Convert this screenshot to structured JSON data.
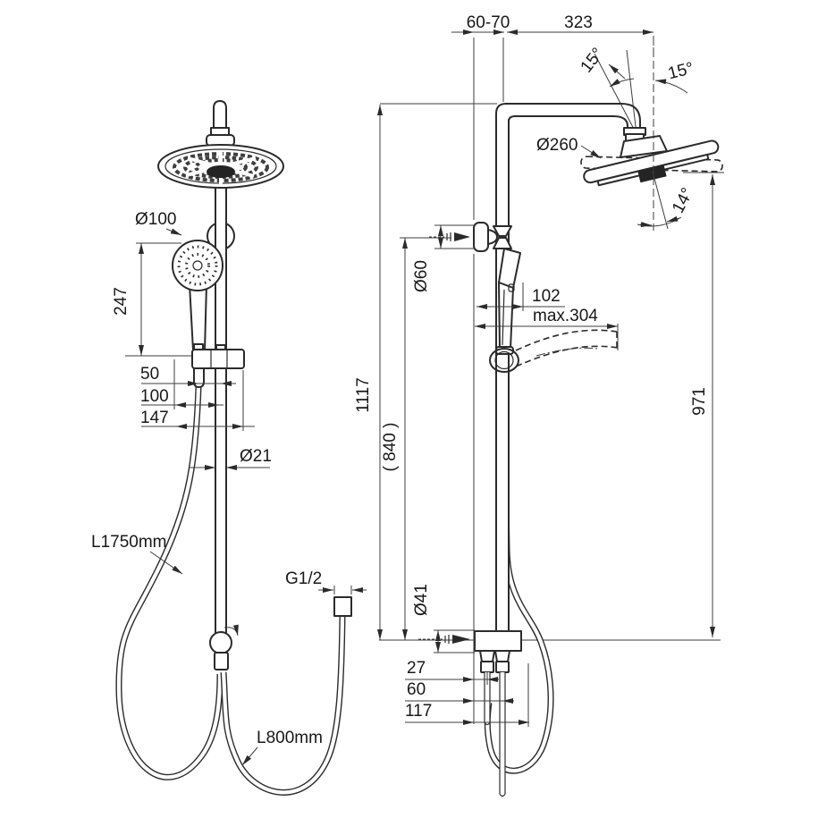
{
  "figure": {
    "type": "technical-dimension-drawing",
    "subject": "shower column with overhead shower, hand shower and hoses",
    "views": [
      "front view",
      "side view"
    ]
  },
  "colors": {
    "background": "#ffffff",
    "line": "#2b2b2b",
    "dimension": "#3c3c3c"
  },
  "labels": {
    "front": {
      "hand_shower_diameter": "Ø100",
      "hand_shower_length": "247",
      "offset_50": "50",
      "offset_100": "100",
      "offset_147": "147",
      "rail_diameter": "Ø21",
      "shower_hose_length": "L1750mm",
      "connection_thread": "G1/2",
      "supply_hose_length": "L800mm"
    },
    "side": {
      "wall_distance": "60-70",
      "arm_reach": "323",
      "swivel_left": "15°",
      "swivel_right": "15°",
      "head_diameter": "Ø260",
      "head_tilt": "14°",
      "bracket_diameter": "Ø60",
      "handle_offset": "102",
      "max_reach": "max.304",
      "total_height": "1117",
      "reference_height": "( 840 )",
      "head_height": "971",
      "escutcheon_diameter": "Ø41",
      "offset_27": "27",
      "offset_60": "60",
      "offset_117": "117"
    }
  }
}
